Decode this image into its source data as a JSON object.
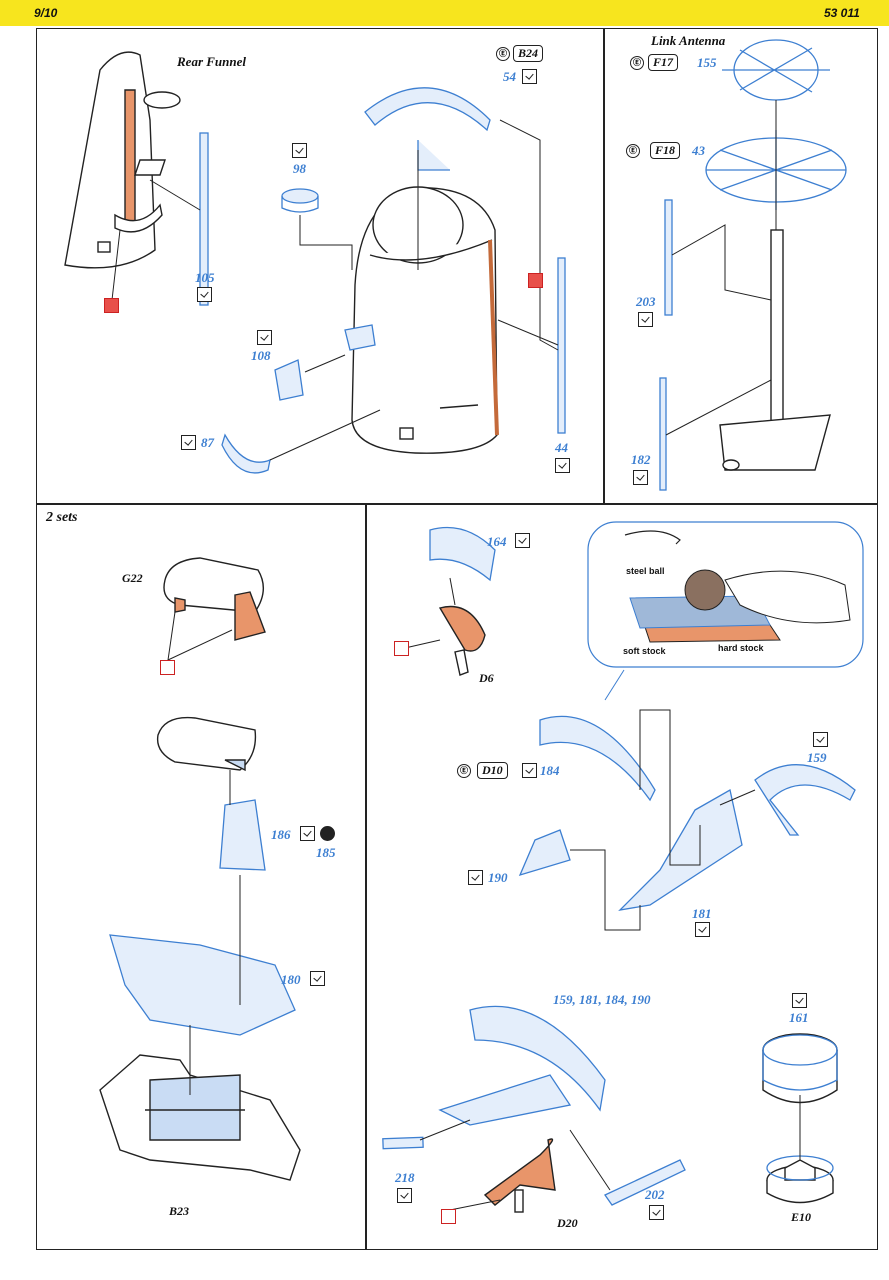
{
  "header": {
    "page": "9/10",
    "code": "53 011"
  },
  "panels": {
    "rear_funnel": {
      "title": "Rear Funnel",
      "parts": {
        "b24": "B24",
        "p54": "54",
        "p98": "98",
        "p105": "105",
        "p108": "108",
        "p87": "87",
        "p44": "44"
      }
    },
    "link_antenna": {
      "title": "Link Antenna",
      "parts": {
        "f17": "F17",
        "p155": "155",
        "f18": "F18",
        "p43": "43",
        "p203": "203",
        "p182": "182"
      }
    },
    "two_sets": {
      "title": "2 sets",
      "parts": {
        "g22": "G22",
        "p186": "186",
        "p185": "185",
        "p180": "180",
        "b23": "B23"
      }
    },
    "radar": {
      "parts": {
        "p164": "164",
        "d6": "D6",
        "d10": "D10",
        "p184": "184",
        "p159": "159",
        "p190": "190",
        "p181": "181",
        "combo": "159, 181, 184, 190",
        "p161": "161",
        "p218": "218",
        "d20": "D20",
        "p202": "202",
        "e10": "E10"
      },
      "inset": {
        "steel_ball": "steel ball",
        "soft_stock": "soft stock",
        "hard_stock": "hard stock"
      }
    }
  },
  "colors": {
    "header_bar": "#f7e51e",
    "etched_part": "#3d7fd1",
    "plastic_highlight": "#e8956a",
    "paint_marker": "#e8504a"
  }
}
